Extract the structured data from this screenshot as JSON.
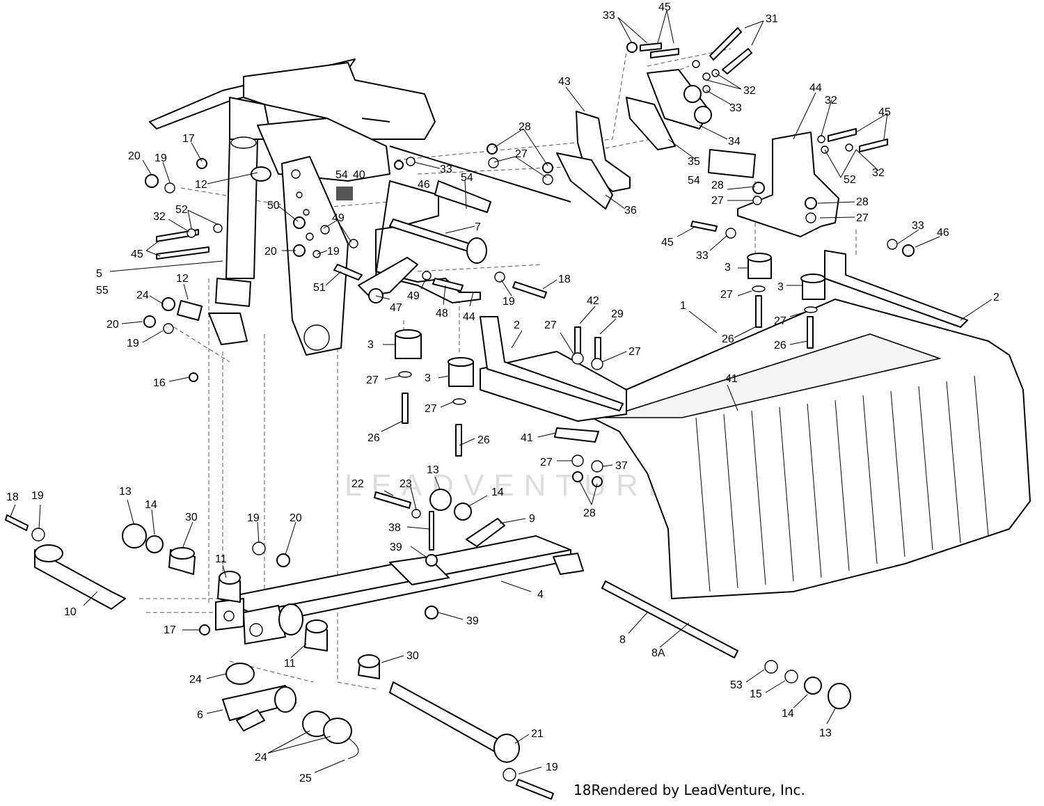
{
  "diagram": {
    "watermark": "LEADVENTURE",
    "credit_number": "18",
    "credit_text": "Rendered by LeadVenture, Inc."
  },
  "callouts": [
    {
      "id": "c1",
      "text": "33"
    },
    {
      "id": "c2",
      "text": "45"
    },
    {
      "id": "c3",
      "text": "31"
    },
    {
      "id": "c4",
      "text": "43"
    },
    {
      "id": "c5",
      "text": "32"
    },
    {
      "id": "c6",
      "text": "33"
    },
    {
      "id": "c7",
      "text": "44"
    },
    {
      "id": "c8",
      "text": "32"
    },
    {
      "id": "c9",
      "text": "45"
    },
    {
      "id": "c10",
      "text": "34"
    },
    {
      "id": "c11",
      "text": "35"
    },
    {
      "id": "c12",
      "text": "36"
    },
    {
      "id": "c13",
      "text": "28"
    },
    {
      "id": "c14",
      "text": "27"
    },
    {
      "id": "c15",
      "text": "33"
    },
    {
      "id": "c16",
      "text": "54"
    },
    {
      "id": "c17",
      "text": "40"
    },
    {
      "id": "c18",
      "text": "46"
    },
    {
      "id": "c19",
      "text": "54"
    },
    {
      "id": "c20",
      "text": "17"
    },
    {
      "id": "c21",
      "text": "20"
    },
    {
      "id": "c22",
      "text": "19"
    },
    {
      "id": "c23",
      "text": "12"
    },
    {
      "id": "c24",
      "text": "52"
    },
    {
      "id": "c25",
      "text": "32"
    },
    {
      "id": "c26",
      "text": "45"
    },
    {
      "id": "c27",
      "text": "50"
    },
    {
      "id": "c28",
      "text": "49"
    },
    {
      "id": "c29",
      "text": "7"
    },
    {
      "id": "c30",
      "text": "20"
    },
    {
      "id": "c31",
      "text": "19"
    },
    {
      "id": "c32",
      "text": "5"
    },
    {
      "id": "c33",
      "text": "55"
    },
    {
      "id": "c34",
      "text": "12"
    },
    {
      "id": "c35",
      "text": "24"
    },
    {
      "id": "c36",
      "text": "20"
    },
    {
      "id": "c37",
      "text": "19"
    },
    {
      "id": "c38",
      "text": "16"
    },
    {
      "id": "c39",
      "text": "51"
    },
    {
      "id": "c40",
      "text": "47"
    },
    {
      "id": "c41",
      "text": "49"
    },
    {
      "id": "c42",
      "text": "48"
    },
    {
      "id": "c43",
      "text": "44"
    },
    {
      "id": "c44",
      "text": "19"
    },
    {
      "id": "c45",
      "text": "18"
    },
    {
      "id": "c46",
      "text": "54"
    },
    {
      "id": "c47",
      "text": "28"
    },
    {
      "id": "c48",
      "text": "27"
    },
    {
      "id": "c49",
      "text": "28"
    },
    {
      "id": "c50",
      "text": "27"
    },
    {
      "id": "c51",
      "text": "52"
    },
    {
      "id": "c52",
      "text": "32"
    },
    {
      "id": "c53",
      "text": "45"
    },
    {
      "id": "c54",
      "text": "33"
    },
    {
      "id": "c55",
      "text": "33"
    },
    {
      "id": "c56",
      "text": "46"
    },
    {
      "id": "c57",
      "text": "3"
    },
    {
      "id": "c58",
      "text": "27"
    },
    {
      "id": "c59",
      "text": "3"
    },
    {
      "id": "c60",
      "text": "27"
    },
    {
      "id": "c61",
      "text": "26"
    },
    {
      "id": "c62",
      "text": "26"
    },
    {
      "id": "c63",
      "text": "2"
    },
    {
      "id": "c64",
      "text": "1"
    },
    {
      "id": "c65",
      "text": "42"
    },
    {
      "id": "c66",
      "text": "29"
    },
    {
      "id": "c67",
      "text": "27"
    },
    {
      "id": "c68",
      "text": "27"
    },
    {
      "id": "c69",
      "text": "2"
    },
    {
      "id": "c70",
      "text": "3"
    },
    {
      "id": "c71",
      "text": "27"
    },
    {
      "id": "c72",
      "text": "26"
    },
    {
      "id": "c73",
      "text": "3"
    },
    {
      "id": "c74",
      "text": "27"
    },
    {
      "id": "c75",
      "text": "26"
    },
    {
      "id": "c76",
      "text": "41"
    },
    {
      "id": "c77",
      "text": "41"
    },
    {
      "id": "c78",
      "text": "27"
    },
    {
      "id": "c79",
      "text": "37"
    },
    {
      "id": "c80",
      "text": "28"
    },
    {
      "id": "c81",
      "text": "18"
    },
    {
      "id": "c82",
      "text": "19"
    },
    {
      "id": "c83",
      "text": "13"
    },
    {
      "id": "c84",
      "text": "14"
    },
    {
      "id": "c85",
      "text": "30"
    },
    {
      "id": "c86",
      "text": "19"
    },
    {
      "id": "c87",
      "text": "20"
    },
    {
      "id": "c88",
      "text": "11"
    },
    {
      "id": "c89",
      "text": "10"
    },
    {
      "id": "c90",
      "text": "17"
    },
    {
      "id": "c91",
      "text": "22"
    },
    {
      "id": "c92",
      "text": "23"
    },
    {
      "id": "c93",
      "text": "13"
    },
    {
      "id": "c94",
      "text": "14"
    },
    {
      "id": "c95",
      "text": "9"
    },
    {
      "id": "c96",
      "text": "38"
    },
    {
      "id": "c97",
      "text": "39"
    },
    {
      "id": "c98",
      "text": "4"
    },
    {
      "id": "c99",
      "text": "39"
    },
    {
      "id": "c100",
      "text": "11"
    },
    {
      "id": "c101",
      "text": "30"
    },
    {
      "id": "c102",
      "text": "24"
    },
    {
      "id": "c103",
      "text": "6"
    },
    {
      "id": "c104",
      "text": "24"
    },
    {
      "id": "c105",
      "text": "25"
    },
    {
      "id": "c106",
      "text": "21"
    },
    {
      "id": "c107",
      "text": "19"
    },
    {
      "id": "c108",
      "text": "8"
    },
    {
      "id": "c109",
      "text": "8A"
    },
    {
      "id": "c110",
      "text": "53"
    },
    {
      "id": "c111",
      "text": "15"
    },
    {
      "id": "c112",
      "text": "14"
    },
    {
      "id": "c113",
      "text": "13"
    }
  ]
}
